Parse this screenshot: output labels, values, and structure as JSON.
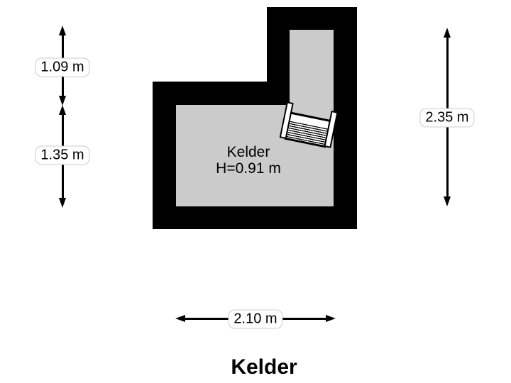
{
  "colors": {
    "background": "#ffffff",
    "wall": "#000000",
    "floor": "#cbcbcb",
    "line": "#000000",
    "label_bg": "#ffffff",
    "label_border": "#cccccc",
    "text": "#000000"
  },
  "plan": {
    "room": {
      "name": "Kelder",
      "ceiling_height": "H=0.91 m"
    },
    "stairs_icon": "stairs"
  },
  "dimensions": {
    "left_upper": "1.09 m",
    "left_lower": "1.35 m",
    "right": "2.35 m",
    "bottom": "2.10 m"
  },
  "footer": {
    "title": "Kelder"
  }
}
